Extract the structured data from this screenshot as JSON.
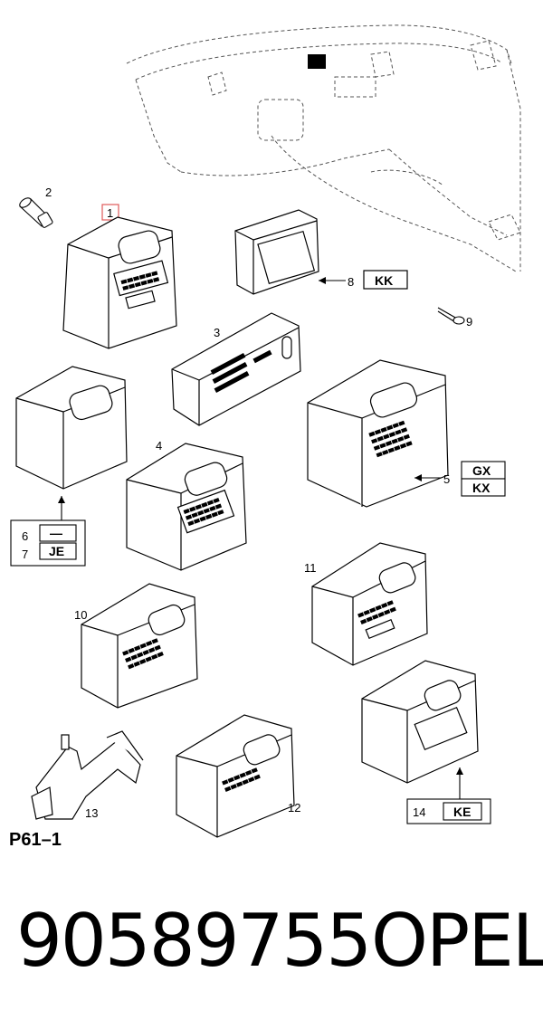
{
  "diagram": {
    "reference": "P61–1",
    "items": [
      {
        "number": "1"
      },
      {
        "number": "2"
      },
      {
        "number": "3"
      },
      {
        "number": "4"
      },
      {
        "number": "5"
      },
      {
        "number": "6"
      },
      {
        "number": "7"
      },
      {
        "number": "8"
      },
      {
        "number": "9"
      },
      {
        "number": "10"
      },
      {
        "number": "11"
      },
      {
        "number": "12"
      },
      {
        "number": "13"
      },
      {
        "number": "14"
      }
    ],
    "codes": {
      "kk": "KK",
      "gx": "GX",
      "kx": "KX",
      "dash": "—",
      "je": "JE",
      "ke": "KE"
    },
    "highlight_color": "#e05a5a"
  },
  "footer": {
    "part_number": "90589755",
    "brand": "OPEL"
  }
}
